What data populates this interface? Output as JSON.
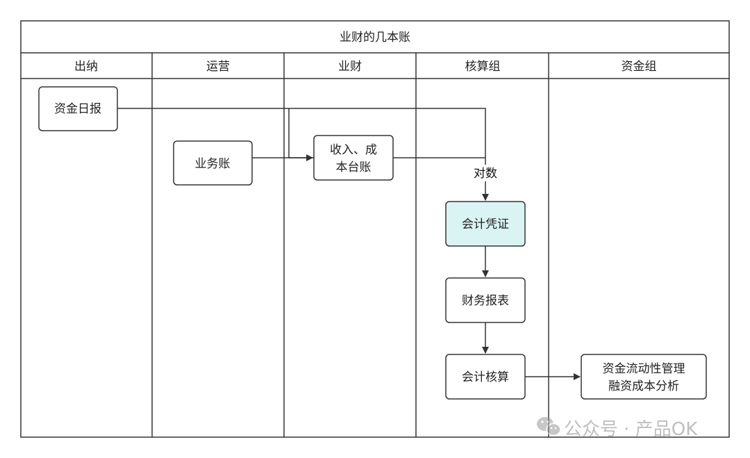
{
  "title": "业财的几本账",
  "lanes": [
    "出纳",
    "运营",
    "业财",
    "核算组",
    "资金组"
  ],
  "nodes": {
    "cash_daily": "资金日报",
    "business_ledger": "业务账",
    "revenue_cost_line1": "收入、成",
    "revenue_cost_line2": "本台账",
    "voucher": "会计凭证",
    "fin_report": "财务报表",
    "accounting": "会计核算",
    "liquidity_line1": "资金流动性管理",
    "liquidity_line2": "融资成本分析"
  },
  "edge_label": "对数",
  "watermark": "公众号 · 产品OK",
  "colors": {
    "line": "#333333",
    "highlight_fill": "#d9f4f2",
    "box_fill": "#ffffff"
  },
  "icons": {
    "watermark_icon": "wechat-icon"
  }
}
